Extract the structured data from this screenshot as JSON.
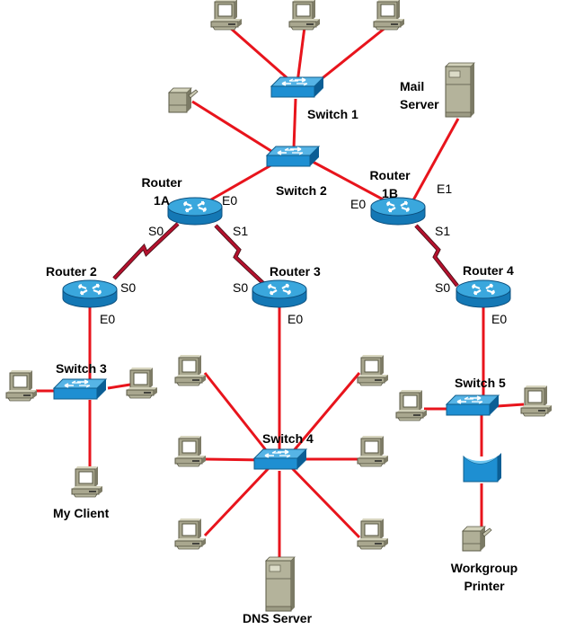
{
  "diagram": {
    "title": "Network topology",
    "colors": {
      "ethernet_link": "#e8141c",
      "serial_link": "#b3122e",
      "device_blue": "#1f8fd0",
      "device_beige": "#b8b69c"
    },
    "devices": {
      "switch1": {
        "label": "Switch 1",
        "type": "switch"
      },
      "switch2": {
        "label": "Switch 2",
        "type": "switch"
      },
      "switch3": {
        "label": "Switch 3",
        "type": "switch"
      },
      "switch4": {
        "label": "Switch 4",
        "type": "switch"
      },
      "switch5": {
        "label": "Switch 5",
        "type": "switch"
      },
      "router1a": {
        "label_line1": "Router",
        "label_line2": "1A",
        "type": "router"
      },
      "router1b": {
        "label_line1": "Router",
        "label_line2": "1B",
        "type": "router"
      },
      "router2": {
        "label": "Router 2",
        "type": "router"
      },
      "router3": {
        "label": "Router 3",
        "type": "router"
      },
      "router4": {
        "label": "Router 4",
        "type": "router"
      },
      "mail_server": {
        "label_line1": "Mail",
        "label_line2": "Server",
        "type": "server"
      },
      "dns_server": {
        "label": "DNS Server",
        "type": "server"
      },
      "my_client": {
        "label": "My Client",
        "type": "pc"
      },
      "workgroup_printer": {
        "label_line1": "Workgroup",
        "label_line2": "Printer",
        "type": "printer"
      },
      "printer_top": {
        "type": "printer"
      },
      "print_server": {
        "type": "hub-device"
      }
    },
    "ports": {
      "r1a_e0": "E0",
      "r1a_s0": "S0",
      "r1a_s1": "S1",
      "r1b_e0": "E0",
      "r1b_e1": "E1",
      "r1b_s1": "S1",
      "r2_s0": "S0",
      "r2_e0": "E0",
      "r3_s0": "S0",
      "r3_e0": "E0",
      "r4_s0": "S0",
      "r4_e0": "E0"
    },
    "links": [
      {
        "from": "switch1",
        "to": "pc",
        "type": "ethernet"
      },
      {
        "from": "switch1",
        "to": "switch2",
        "type": "ethernet"
      },
      {
        "from": "switch2",
        "to": "printer_top",
        "type": "ethernet"
      },
      {
        "from": "switch2",
        "to": "router1a",
        "type": "ethernet"
      },
      {
        "from": "switch2",
        "to": "router1b",
        "type": "ethernet"
      },
      {
        "from": "router1b",
        "to": "mail_server",
        "type": "ethernet"
      },
      {
        "from": "router1a",
        "to": "router2",
        "type": "serial"
      },
      {
        "from": "router1a",
        "to": "router3",
        "type": "serial"
      },
      {
        "from": "router1b",
        "to": "router4",
        "type": "serial"
      },
      {
        "from": "router2",
        "to": "switch3",
        "type": "ethernet"
      },
      {
        "from": "router3",
        "to": "switch4",
        "type": "ethernet"
      },
      {
        "from": "router4",
        "to": "switch5",
        "type": "ethernet"
      },
      {
        "from": "switch3",
        "to": "my_client",
        "type": "ethernet"
      },
      {
        "from": "switch4",
        "to": "dns_server",
        "type": "ethernet"
      },
      {
        "from": "switch5",
        "to": "print_server",
        "type": "ethernet"
      },
      {
        "from": "print_server",
        "to": "workgroup_printer",
        "type": "ethernet"
      }
    ]
  }
}
